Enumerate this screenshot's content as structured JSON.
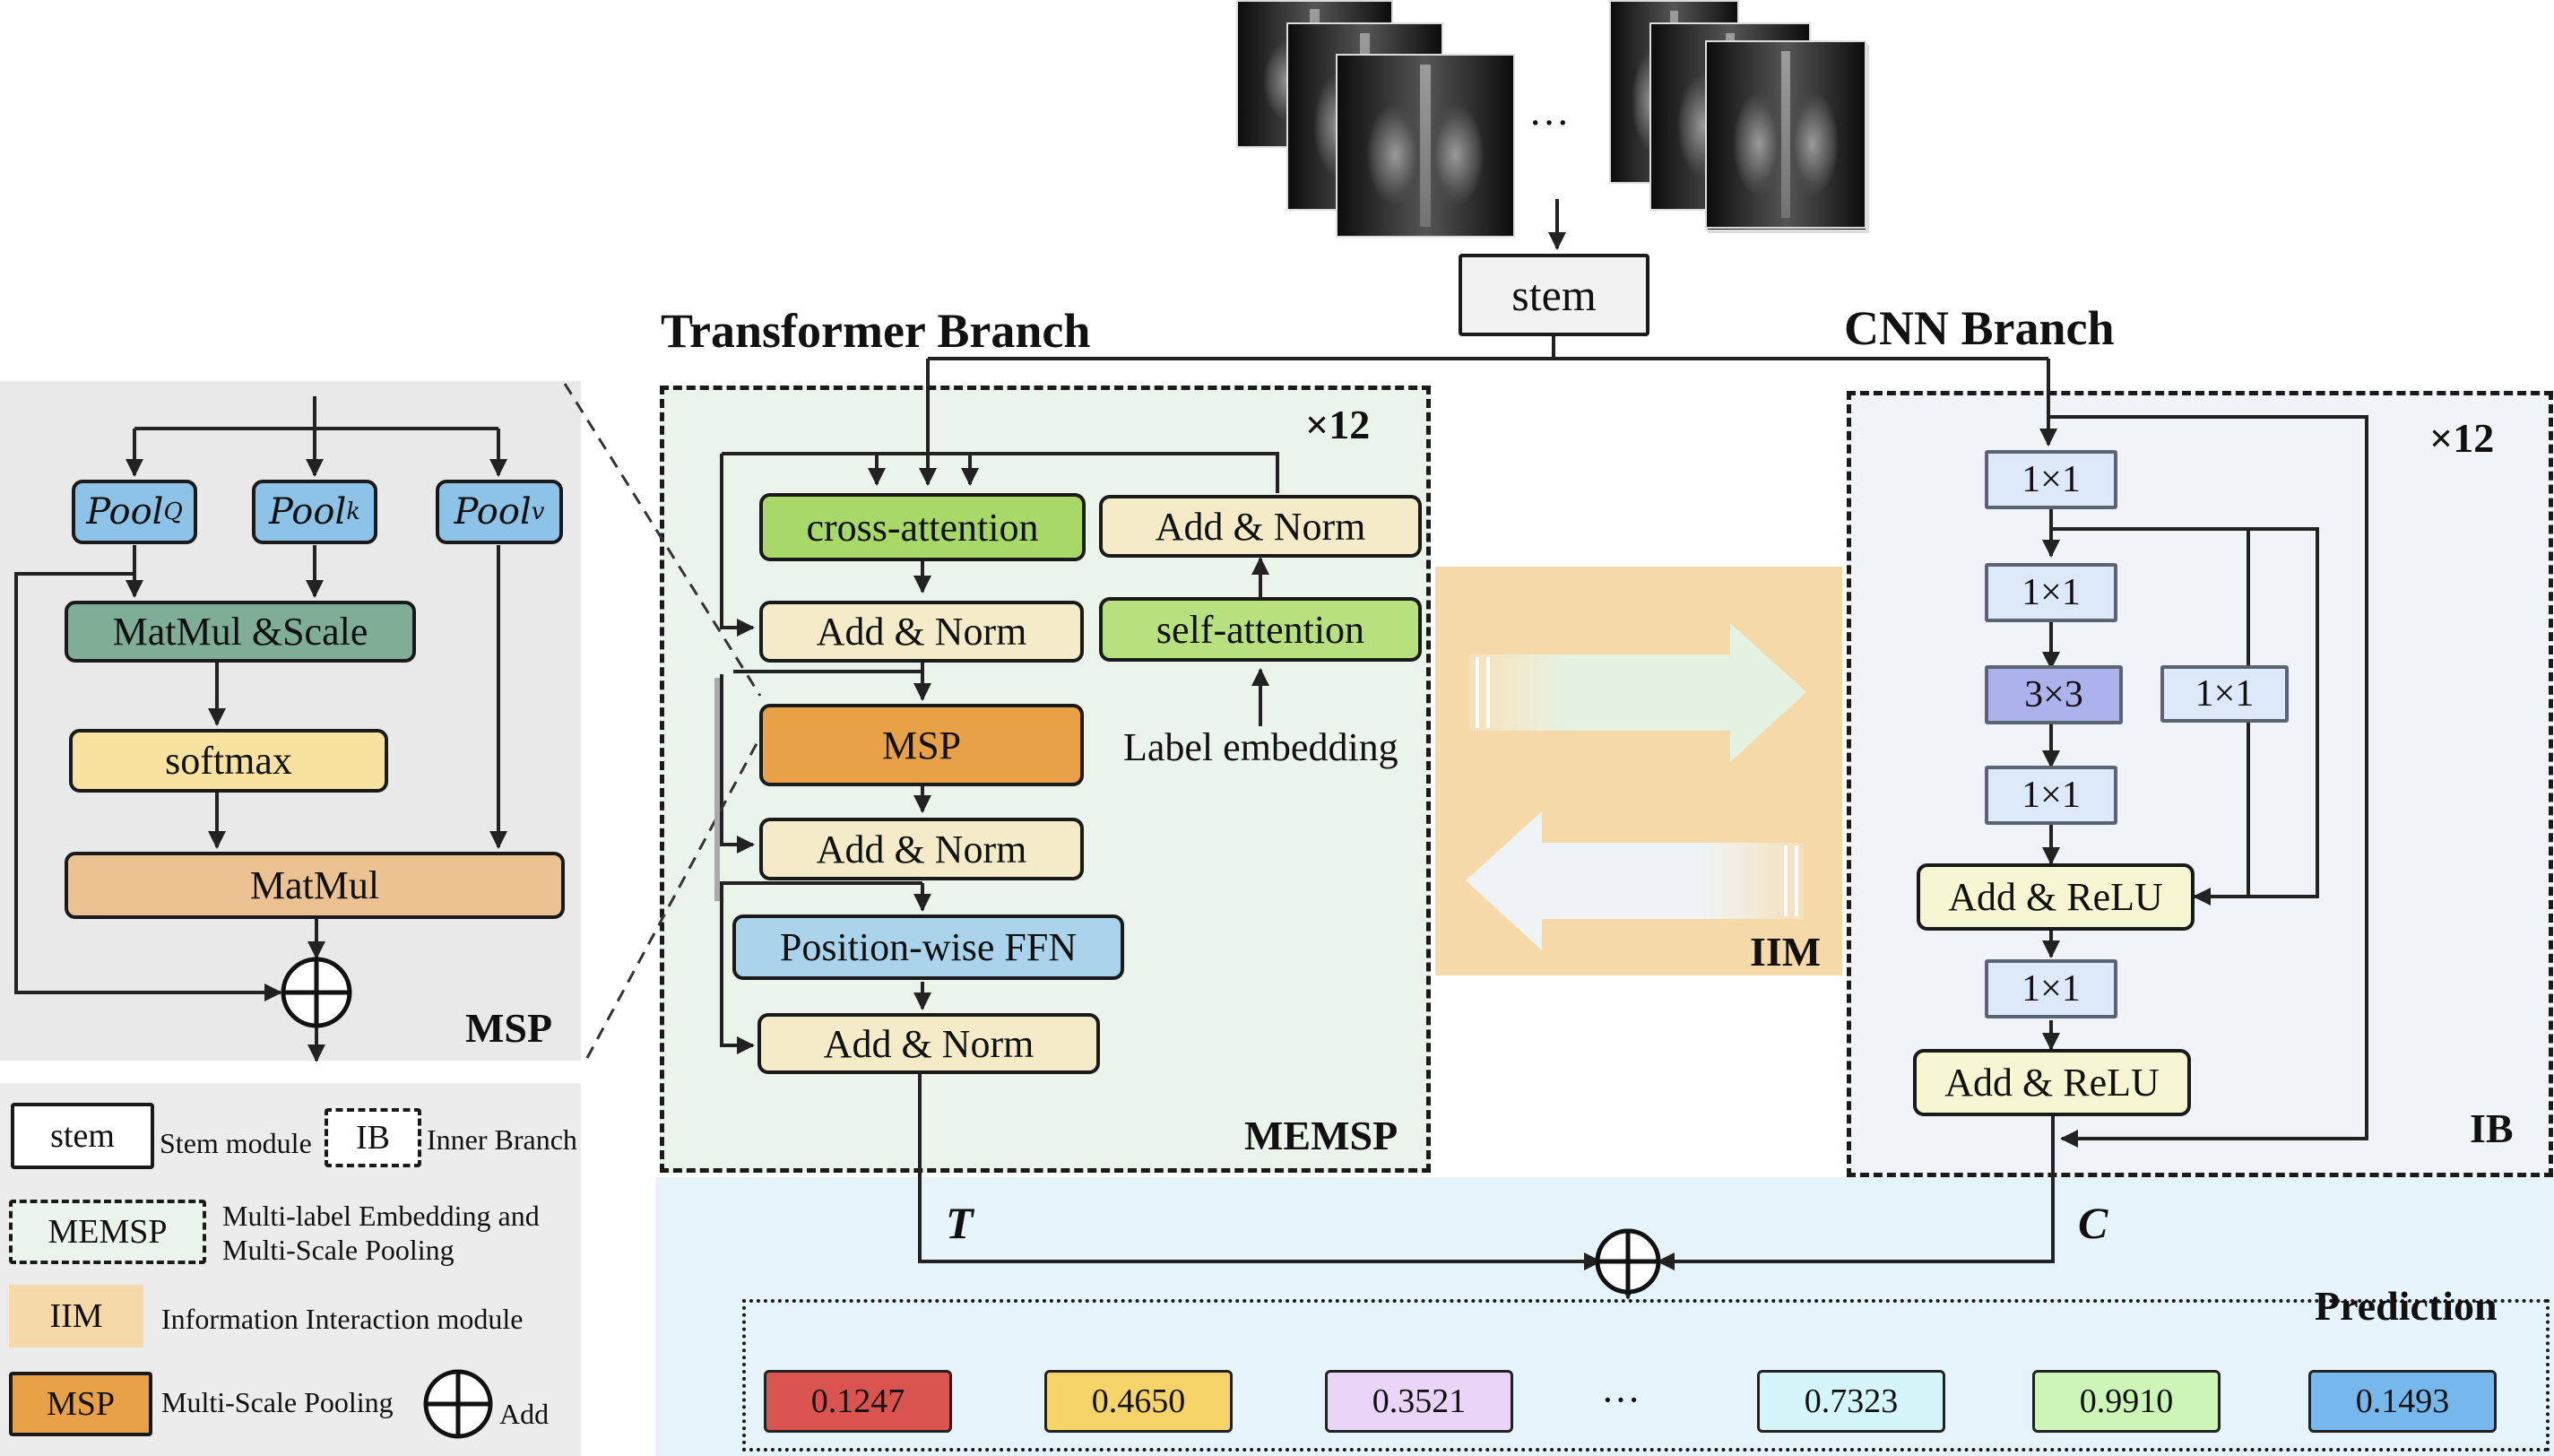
{
  "headings": {
    "transformer": "Transformer Branch",
    "cnn": "CNN Branch",
    "prediction": "Prediction"
  },
  "input": {
    "ellipsis": "···",
    "stem": "stem"
  },
  "msp_panel": {
    "pool_q_base": "Pool",
    "pool_q_sub": "Q",
    "pool_k_base": "Pool",
    "pool_k_sub": "k",
    "pool_v_base": "Pool",
    "pool_v_sub": "v",
    "matmul_scale": "MatMul &Scale",
    "softmax": "softmax",
    "matmul": "MatMul",
    "tag": "MSP"
  },
  "memsp": {
    "repeat": "×12",
    "cross_attention": "cross-attention",
    "add_norm_1": "Add & Norm",
    "msp": "MSP",
    "add_norm_2": "Add & Norm",
    "ffn": "Position-wise FFN",
    "add_norm_3": "Add & Norm",
    "add_norm_top": "Add & Norm",
    "self_attention": "self-attention",
    "label_embedding": "Label embedding",
    "tag": "MEMSP"
  },
  "iim": {
    "tag": "IIM"
  },
  "ib": {
    "repeat": "×12",
    "conv1": "1×1",
    "conv2": "1×1",
    "conv3": "3×3",
    "conv4": "1×1",
    "shortcut": "1×1",
    "add_relu_1": "Add & ReLU",
    "conv5": "1×1",
    "add_relu_2": "Add & ReLU",
    "tag": "IB"
  },
  "outputs": {
    "t": "T",
    "c": "C"
  },
  "predictions": {
    "values": [
      "0.1247",
      "0.4650",
      "0.3521",
      "···",
      "0.7323",
      "0.9910",
      "0.1493"
    ],
    "colors": [
      "#d9534f",
      "#f6d46a",
      "#e8d5f7",
      "#ffffff",
      "#d4f5fa",
      "#cdf5b8",
      "#77b8ec"
    ]
  },
  "legend": {
    "stem_box": "stem",
    "stem_text": "Stem module",
    "ib_box": "IB",
    "ib_text": "Inner Branch",
    "memsp_box": "MEMSP",
    "memsp_text_1": "Multi-label Embedding and",
    "memsp_text_2": "Multi-Scale Pooling",
    "iim_box": "IIM",
    "iim_text": "Information Interaction module",
    "msp_box": "MSP",
    "msp_text": "Multi-Scale Pooling",
    "add_text": "Add"
  },
  "colors": {
    "memsp_bg": "#ebf4ea",
    "ib_bg": "#f0f3f8",
    "iim_bg": "#f5d9a8",
    "prediction_bg": "#e5f3fb",
    "msp_panel_bg": "#e9e9e9",
    "cross_attention": "#a8d868",
    "self_attention": "#b7e07e",
    "add_norm": "#f4ecc9",
    "msp": "#e9a148",
    "ffn": "#a9d4ec",
    "pool": "#8ec3e8",
    "matmul_scale": "#7fad96",
    "softmax": "#f7e2a0",
    "matmul": "#ecc292",
    "conv": "#dde9f8",
    "conv3": "#aeb2ec",
    "add_relu": "#f6f6d2"
  }
}
